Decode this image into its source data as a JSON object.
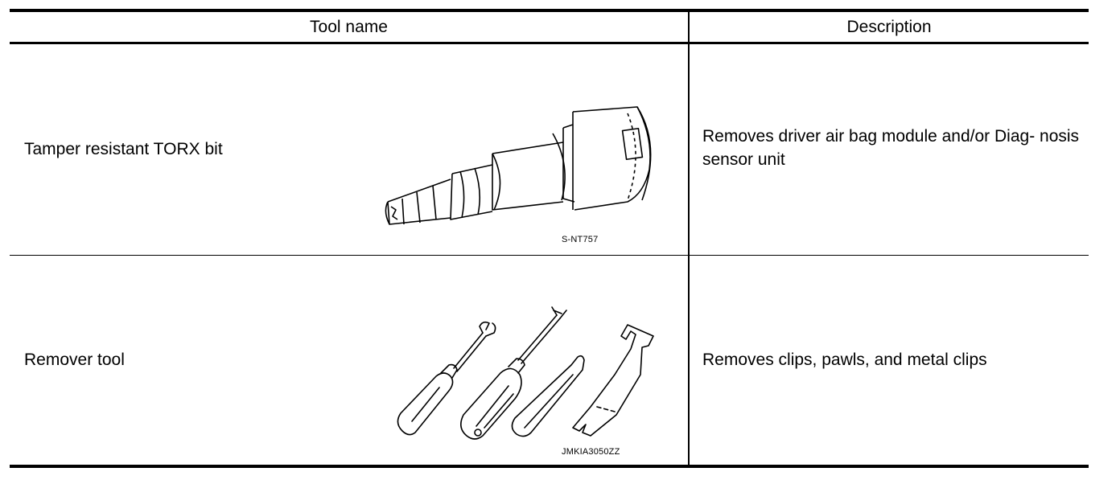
{
  "table": {
    "headers": {
      "tool_name": "Tool name",
      "description": "Description"
    },
    "rows": [
      {
        "tool_name": "Tamper resistant TORX bit",
        "description": "Removes driver air bag module and/or Diag- nosis sensor unit",
        "figure_code": "S-NT757",
        "figure_icon": "torx-bit-socket-illustration"
      },
      {
        "tool_name": "Remover tool",
        "description": "Removes clips, pawls, and metal clips",
        "figure_code": "JMKIA3050ZZ",
        "figure_icon": "trim-remover-tools-illustration"
      }
    ]
  }
}
